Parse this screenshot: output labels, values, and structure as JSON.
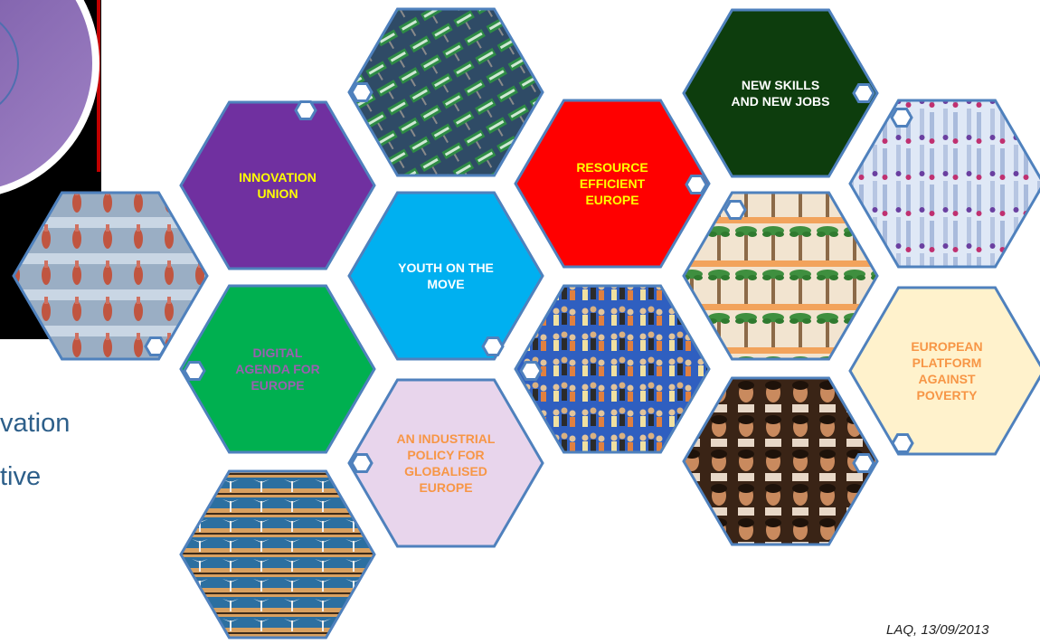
{
  "hexagons": [
    {
      "id": "innovation-union",
      "label": "INNOVATION\nUNION",
      "fill": "#7030a0",
      "text_color": "#ffff00"
    },
    {
      "id": "youth-on-the-move",
      "label": "YOUTH ON THE\nMOVE",
      "fill": "#00b0f0",
      "text_color": "#ffffff"
    },
    {
      "id": "resource-efficient-europe",
      "label": "RESOURCE\nEFFICIENT\nEUROPE",
      "fill": "#ff0000",
      "text_color": "#ffff00"
    },
    {
      "id": "new-skills-new-jobs",
      "label": "NEW SKILLS\nAND NEW JOBS",
      "fill": "#0d3d0d",
      "text_color": "#ffffff"
    },
    {
      "id": "digital-agenda",
      "label": "DIGITAL\nAGENDA FOR\nEUROPE",
      "fill": "#00b050",
      "text_color": "#9b5fb0"
    },
    {
      "id": "industrial-policy",
      "label": "AN INDUSTRIAL\nPOLICY FOR\nGLOBALISED\nEUROPE",
      "fill": "#e8d5ec",
      "text_color": "#f79646"
    },
    {
      "id": "european-platform-against-poverty",
      "label": "EUROPEAN\nPLATFORM\nAGAINST\nPOVERTY",
      "fill": "#fff2cc",
      "text_color": "#f79646"
    }
  ],
  "image_tiles": [
    {
      "id": "tile-innovation-signs",
      "icon": "green-road-signs-pattern",
      "colors": [
        "#2f4b66",
        "#2e8b45"
      ]
    },
    {
      "id": "tile-hands",
      "icon": "hands-pattern",
      "colors": [
        "#9aaec4",
        "#c05540"
      ]
    },
    {
      "id": "tile-palm-trees",
      "icon": "palm-trees-pattern",
      "colors": [
        "#f2e4d0",
        "#3f8f3f"
      ]
    },
    {
      "id": "tile-test-tubes",
      "icon": "test-tubes-pattern",
      "colors": [
        "#dfe8f6",
        "#6a7fb0"
      ]
    },
    {
      "id": "tile-people-group",
      "icon": "people-group-pattern",
      "colors": [
        "#2f5fc0",
        "#e2c49a"
      ]
    },
    {
      "id": "tile-faces",
      "icon": "faces-pattern",
      "colors": [
        "#3a2416",
        "#c98a5e"
      ]
    },
    {
      "id": "tile-wind-turbines",
      "icon": "wind-turbines-pattern",
      "colors": [
        "#2c6fa0",
        "#d8a060"
      ]
    }
  ],
  "left_text": {
    "line1": "vation",
    "line2": "tive"
  },
  "footer": {
    "date": "LAQ, 13/09/2013"
  },
  "colors": {
    "hex_border": "#4f81bd",
    "text_blue": "#2d5f8a",
    "circle": "#8860b0"
  }
}
